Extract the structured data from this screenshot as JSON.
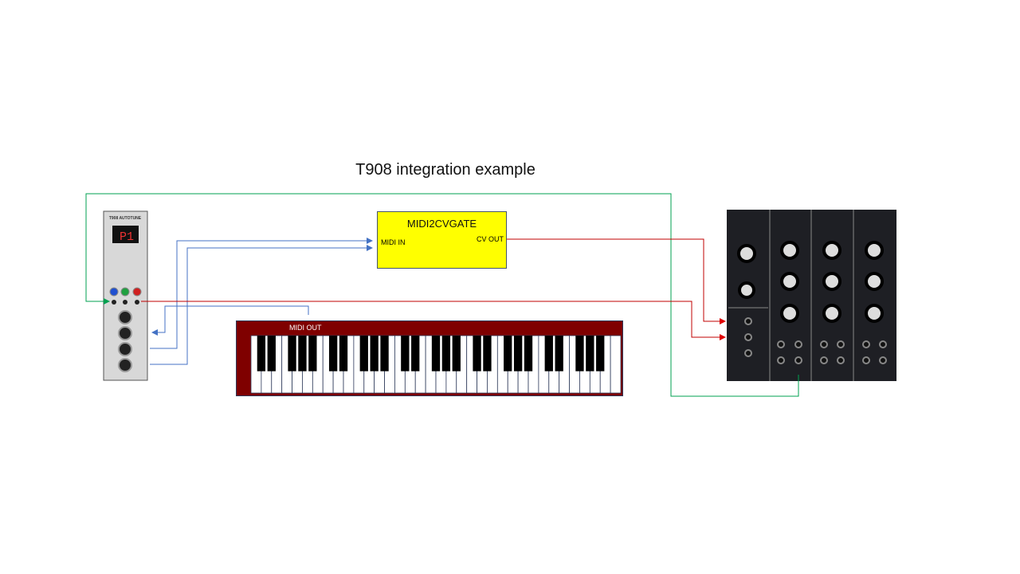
{
  "title": "T908 integration example",
  "midi2cvgate": {
    "name": "MIDI2CVGATE",
    "midi_in": "MIDI IN",
    "cv_out": "CV OUT",
    "color": "#ffff00"
  },
  "keyboard": {
    "label": "MIDI OUT",
    "white_keys": 36,
    "color": "#7f0000"
  },
  "autotune": {
    "name": "T908 AUTOTUNE",
    "display": "P1"
  },
  "colors": {
    "gate": "#00a050",
    "midi": "#4472c4",
    "cv": "#c00000"
  }
}
